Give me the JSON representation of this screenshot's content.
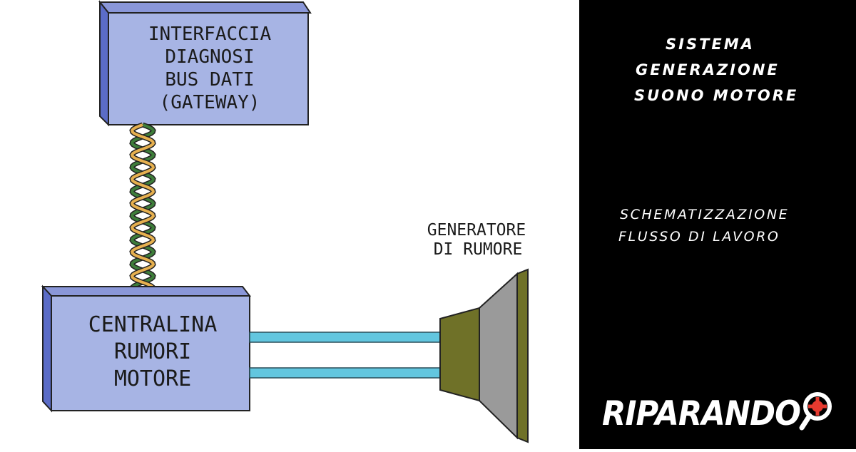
{
  "diagram": {
    "gateway_box": {
      "lines": [
        "INTERFACCIA",
        "DIAGNOSI",
        "BUS DATI",
        "(GATEWAY)"
      ]
    },
    "control_unit_box": {
      "lines": [
        "CENTRALINA",
        "RUMORI",
        "MOTORE"
      ]
    },
    "generator_label": {
      "lines": [
        "GENERATORE",
        "DI RUMORE"
      ]
    },
    "colors": {
      "box_front": "#a7b4e4",
      "box_side": "#5b6cc7",
      "box_top": "#8a97d8",
      "wire_yellow": "#e6b04f",
      "wire_green": "#3e7d3a",
      "cable_blue": "#62c6df",
      "speaker_olive": "#6f7128",
      "speaker_cone": "#9a9a9a"
    }
  },
  "side_panel": {
    "title_lines": [
      "SISTEMA",
      "GENERAZIONE",
      "SUONO MOTORE"
    ],
    "subtitle_lines": [
      "SCHEMATIZZAZIONE",
      "FLUSSO DI LAVORO"
    ],
    "background": "#000000",
    "text_color": "#ffffff"
  },
  "logo": {
    "text": "RIPARANDO",
    "accent": "#e53a2f",
    "icon": "gear-magnifier-icon"
  }
}
